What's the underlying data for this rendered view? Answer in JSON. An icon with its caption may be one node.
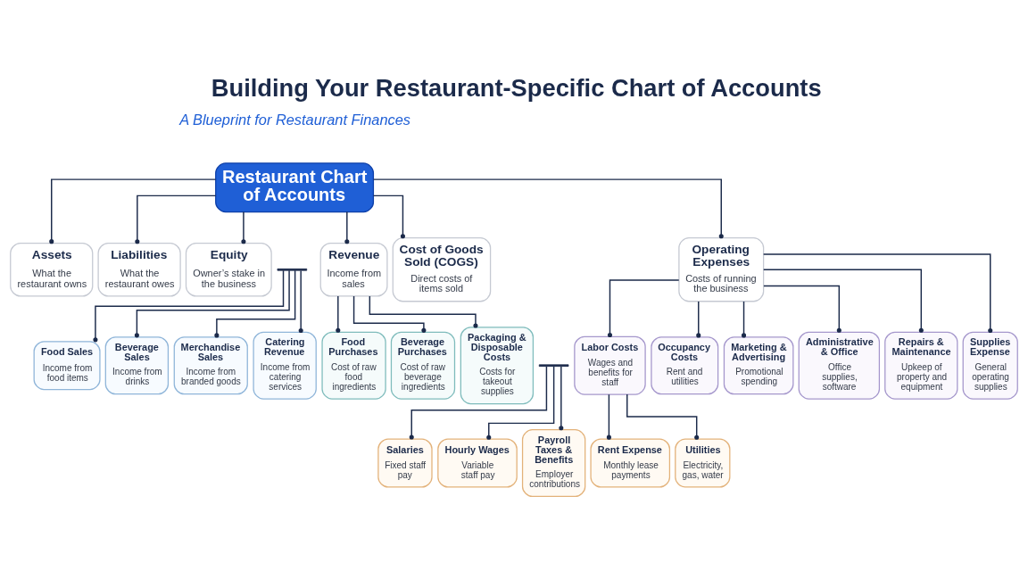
{
  "diagram": {
    "title": "Building Your Restaurant-Specific Chart of Accounts",
    "nodes": [
      {
        "text": [
          "Restaurant Chart of Accounts"
        ]
      },
      {
        "text": [
          "Assets",
          "What the restaurant owns"
        ]
      },
      {
        "text": [
          "Liabilities",
          "What the restaurant owes"
        ]
      },
      {
        "text": [
          "Equity",
          "Owner’s stake in the business"
        ]
      },
      {
        "text": [
          "Revenue",
          "Income from sales"
        ]
      },
      {
        "text": [
          "Cost of Goods Sold (COGS)",
          "Direct costs of items sold"
        ]
      },
      {
        "text": [
          "Operating Expenses",
          "Costs of running the business"
        ]
      },
      {
        "text": [],
        "shape": "bar"
      },
      {
        "text": [
          "Food Sales",
          "Income from food items"
        ]
      },
      {
        "text": [
          "Beverage Sales",
          "Income from drinks"
        ]
      },
      {
        "text": [
          "Merchandise Sales",
          "Income from branded goods"
        ]
      },
      {
        "text": [
          "Catering Revenue",
          "Income from catering services"
        ]
      },
      {
        "text": [
          "Food Purchases",
          "Cost of raw food ingredients"
        ]
      },
      {
        "text": [
          "Beverage Purchases",
          "Cost of raw beverage ingredients"
        ]
      },
      {
        "text": [
          "Packaging & Disposable Costs",
          "Costs for takeout supplies"
        ]
      },
      {
        "text": [
          "Labor Costs",
          "Wages and benefits for staff"
        ]
      },
      {
        "text": [
          "Occupancy Costs",
          "Rent and utilities"
        ]
      },
      {
        "text": [
          "Marketing & Advertising",
          "Promotional spending"
        ]
      },
      {
        "text": [
          "Administrative & Office",
          "Office supplies, software"
        ]
      },
      {
        "text": [
          "Repairs & Maintenance",
          "Upkeep of property and equipment"
        ]
      },
      {
        "text": [
          "Supplies Expense",
          "General operating supplies"
        ]
      },
      {
        "text": [],
        "shape": "bar"
      },
      {
        "text": [
          "Salaries",
          "Fixed staff pay"
        ]
      },
      {
        "text": [
          "Hourly Wages",
          "Variable staff pay"
        ]
      },
      {
        "text": [
          "Payroll Taxes & Benefits",
          "Employer contributions"
        ]
      },
      {
        "text": [
          "Rent Expense",
          "Monthly lease payments"
        ]
      },
      {
        "text": [
          "Utilities",
          "Electricity, gas, water"
        ]
      }
    ],
    "edges": [
      {
        "from": 0,
        "to": 1,
        "arrow": "other"
      },
      {
        "from": 0,
        "to": 2,
        "arrow": "other"
      },
      {
        "from": 0,
        "to": 3,
        "arrow": "other"
      },
      {
        "from": 0,
        "to": 4,
        "arrow": "other"
      },
      {
        "from": 0,
        "to": 5,
        "arrow": "other"
      },
      {
        "from": 0,
        "to": 6,
        "arrow": "other"
      },
      {
        "from": 7,
        "to": 8,
        "arrow": "other"
      },
      {
        "from": 7,
        "to": 9,
        "arrow": "other"
      },
      {
        "from": 7,
        "to": 10,
        "arrow": "other"
      },
      {
        "from": 7,
        "to": 11,
        "arrow": "other"
      },
      {
        "from": 4,
        "to": 12,
        "arrow": "other"
      },
      {
        "from": 4,
        "to": 13,
        "arrow": "other"
      },
      {
        "from": 4,
        "to": 14,
        "arrow": "other"
      },
      {
        "from": 6,
        "to": 15,
        "arrow": "other"
      },
      {
        "from": 6,
        "to": 16,
        "arrow": "other"
      },
      {
        "from": 6,
        "to": 17,
        "arrow": "other"
      },
      {
        "from": 6,
        "to": 18,
        "arrow": "other"
      },
      {
        "from": 6,
        "to": 19,
        "arrow": "other"
      },
      {
        "from": 6,
        "to": 20,
        "arrow": "other"
      },
      {
        "from": 21,
        "to": 22,
        "arrow": "other"
      },
      {
        "from": 21,
        "to": 23,
        "arrow": "other"
      },
      {
        "from": 21,
        "to": 24,
        "arrow": "other"
      },
      {
        "from": 15,
        "to": 25,
        "arrow": "other"
      },
      {
        "from": 15,
        "to": 26,
        "arrow": "other"
      }
    ],
    "labels": [
      "A Blueprint for Restaurant Finances"
    ]
  }
}
